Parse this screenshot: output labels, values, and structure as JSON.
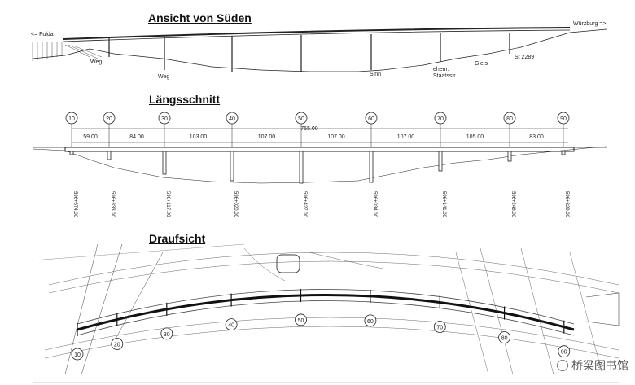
{
  "titles": {
    "elevation": "Ansicht von Süden",
    "longitudinal": "Längsschnitt",
    "plan": "Draufsicht"
  },
  "elevation": {
    "left_direction": "<= Fulda",
    "right_direction": "Würzburg =>",
    "labels": {
      "weg1": "Weg",
      "weg2": "Weg",
      "sinn": "Sinn",
      "ehem": "ehem.",
      "staatsstr": "Staatsstr.",
      "gleis": "Gleis",
      "st": "St 2289"
    }
  },
  "longitudinal": {
    "axes": [
      "10",
      "20",
      "30",
      "40",
      "50",
      "60",
      "70",
      "80",
      "90"
    ],
    "spans": [
      "59.00",
      "84.00",
      "103.00",
      "107.00",
      "107.00",
      "107.00",
      "105.00",
      "83.00"
    ],
    "total": "755.00",
    "stations": [
      "596+674.00",
      "596+833.00",
      "596+117.00",
      "596+020.00",
      "596+427.00",
      "596+034.00",
      "596+141.00",
      "596+246.00",
      "596+329.00"
    ]
  },
  "plan": {
    "axes": [
      "10",
      "20",
      "30",
      "40",
      "50",
      "60",
      "70",
      "80",
      "90"
    ]
  },
  "watermark": "桥梁图书馆"
}
